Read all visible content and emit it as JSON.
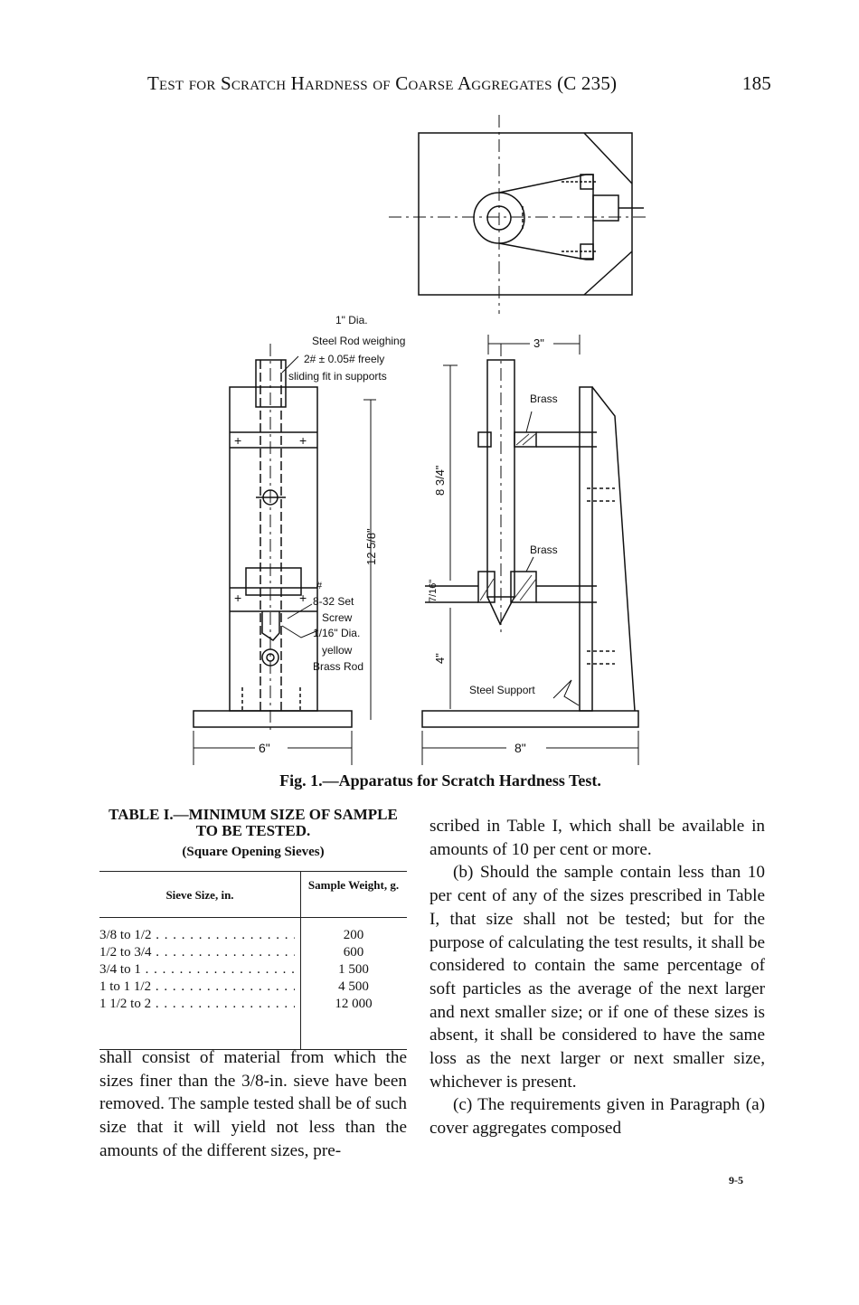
{
  "running_head": {
    "title": "Test for Scratch Hardness of Coarse Aggregates (C 235)",
    "page_number": "185"
  },
  "figure": {
    "labels": {
      "rod_note_1": "1\" Dia.",
      "rod_note_2": "Steel Rod weighing",
      "rod_note_3": "2# ± 0.05# freely",
      "rod_note_4": "sliding fit in supports",
      "height_left": "12 5/8\"",
      "set_screw_1": "#",
      "set_screw_2": "8-32 Set",
      "set_screw_3": "Screw",
      "brass_rod_1": "1/16\" Dia.",
      "brass_rod_2": "yellow",
      "brass_rod_3": "Brass Rod",
      "width_left": "6\"",
      "width_top_right": "3\"",
      "brass_upper": "Brass",
      "brass_lower": "Brass",
      "height_upper_right": "8 3/4\"",
      "height_small_right": "7/16\"",
      "height_lower_right": "4\"",
      "steel_support": "Steel Support",
      "width_right": "8\""
    }
  },
  "caption": "Fig. 1.—Apparatus for Scratch Hardness Test.",
  "table": {
    "title": "TABLE I.—MINIMUM SIZE OF SAMPLE TO BE TESTED.",
    "subtitle": "(Square Opening Sieves)",
    "col_size": "Sieve Size, in.",
    "col_weight": "Sample Weight, g.",
    "rows": [
      {
        "size": "3/8 to 1/2",
        "weight": "200"
      },
      {
        "size": "1/2 to 3/4",
        "weight": "600"
      },
      {
        "size": "3/4 to 1",
        "weight": "1 500"
      },
      {
        "size": "1   to 1 1/2",
        "weight": "4 500"
      },
      {
        "size": "1 1/2 to 2",
        "weight": "12 000"
      }
    ]
  },
  "left_column": [
    "shall consist of material from which the sizes finer than the 3/8-in. sieve have been removed. The sample tested shall be of such size that it will yield not less than the amounts of the different sizes, pre-"
  ],
  "right_column": [
    "scribed in Table I, which shall be available in amounts of 10 per cent or more.",
    "(b) Should the sample contain less than 10 per cent of any of the sizes prescribed in Table I, that size shall not be tested; but for the purpose of calculating the test results, it shall be considered to contain the same percentage of soft particles as the average of the next larger and next smaller size; or if one of these sizes is absent, it shall be considered to have the same loss as the next larger or next smaller size, whichever is present.",
    "(c) The requirements given in Paragraph (a) cover aggregates composed"
  ],
  "folio_mark": "9-5"
}
